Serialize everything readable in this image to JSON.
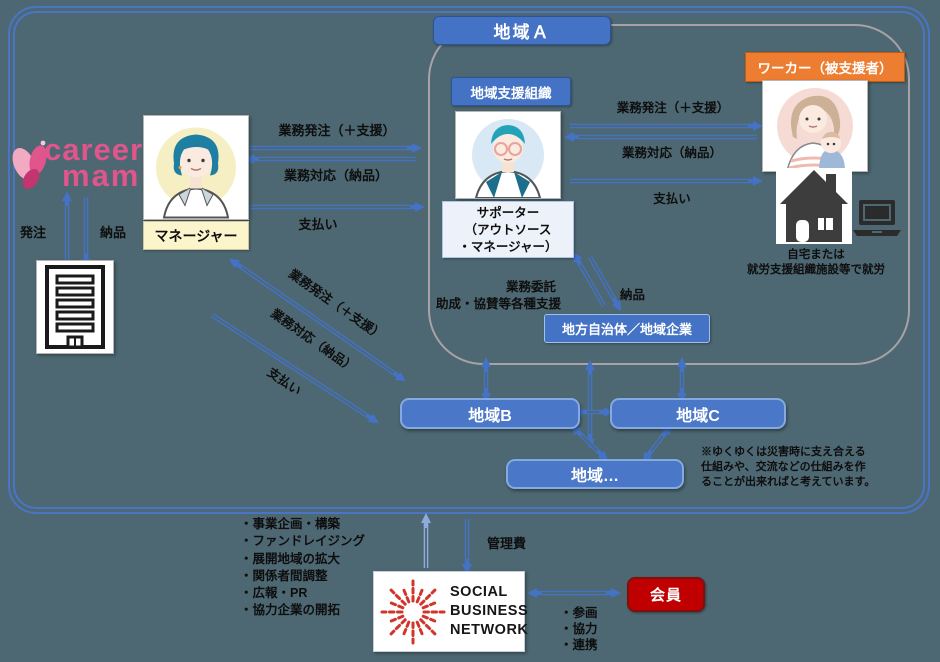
{
  "logo": {
    "career": "career",
    "mam": "mam"
  },
  "careermam_flows": {
    "order": "発注",
    "delivery": "納品"
  },
  "manager": {
    "label": "マネージャー",
    "flows": {
      "order": "業務発注（＋支援）",
      "response": "業務対応（納品）",
      "payment": "支払い"
    }
  },
  "region_a": {
    "title": "地域Ａ",
    "org_label": "地域支援組織",
    "supporter_lines": [
      "サポーター",
      "（アウトソース",
      "・マネージャー）"
    ],
    "worker_label": "ワーカー（被支援者）",
    "flows": {
      "order": "業務発注（＋支援）",
      "response": "業務対応（納品）",
      "payment": "支払い"
    },
    "work_note": [
      "自宅または",
      "就労支援組織施設等で就労"
    ],
    "gov": {
      "label": "地方自治体／地域企業",
      "consign": "業務委託",
      "support": "助成・協賛等各種支援",
      "delivery": "納品"
    }
  },
  "inter_region_flows": {
    "order": "業務発注（＋支援）",
    "response": "業務対応（納品）",
    "payment": "支払い"
  },
  "regions": {
    "b": "地域B",
    "c": "地域C",
    "others": "地域…"
  },
  "footnote": [
    "※ゆくゆくは災害時に支え合える",
    "仕組みや、交流などの仕組みを作",
    "ることが出来ればと考えています。"
  ],
  "network": {
    "roles": [
      "・事業企画・構築",
      "・ファンドレイジング",
      "・展開地域の拡大",
      "・関係者間調整",
      "・広報・PR",
      "・協力企業の開拓"
    ],
    "fee": "管理費",
    "logo_lines": [
      "SOCIAL",
      "BUSINESS",
      "NETWORK"
    ],
    "member": "会員",
    "member_flows": [
      "・参画",
      "・協力",
      "・連携"
    ]
  },
  "colors": {
    "accent_blue": "#4472C4",
    "orange": "#ED7D31",
    "red": "#C00000",
    "pink": "#E0558B",
    "background": "#4D6872"
  }
}
